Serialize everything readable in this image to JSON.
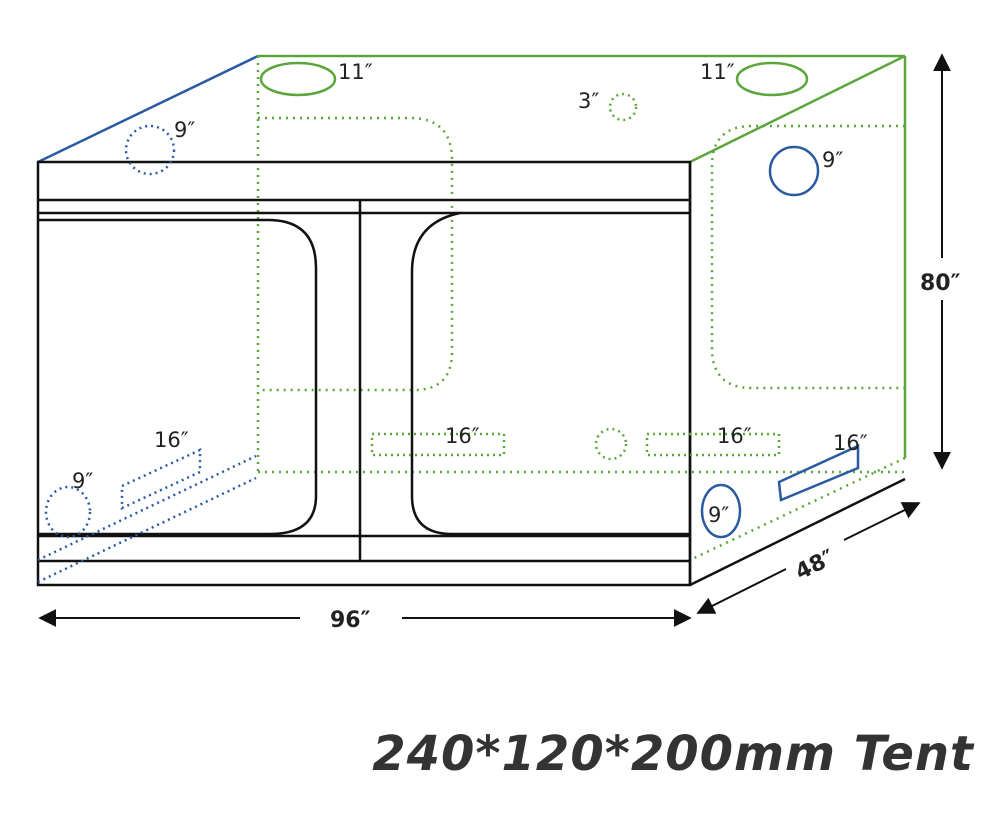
{
  "labels": {
    "top_left_vent": "11″",
    "top_right_vent": "11″",
    "top_small_port": "3″",
    "left_roof_port": "9″",
    "right_upper_port": "9″",
    "left_lower_port": "9″",
    "right_lower_port": "9″",
    "left_vent": "16″",
    "back_vent_left": "16″",
    "back_vent_right": "16″",
    "right_side_vent": "16″"
  },
  "dimensions": {
    "width": "96″",
    "height": "80″",
    "depth": "48″"
  },
  "caption": "240*120*200mm Tent",
  "colors": {
    "outline": "#111111",
    "green": "#5aa63a",
    "blue": "#2a5aa0",
    "text": "#222222"
  }
}
